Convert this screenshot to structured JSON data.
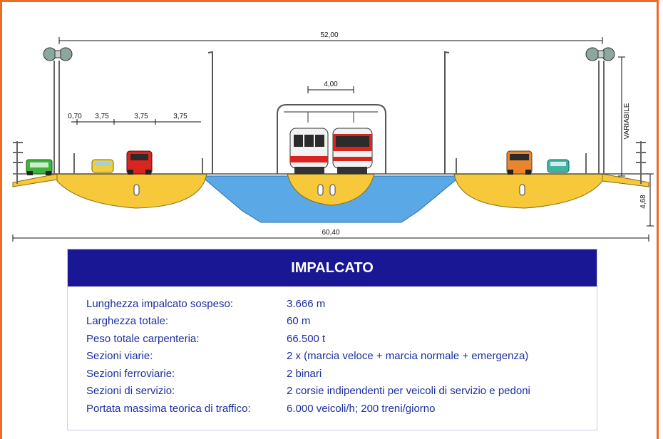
{
  "dimensions": {
    "top_width": "52,00",
    "track_spacing": "4,00",
    "lane_0": "0,70",
    "lane_1": "3,75",
    "lane_2": "3,75",
    "lane_3": "3,75",
    "variable_height": "VARIABILE",
    "deck_height": "4,68",
    "total_width": "60,40"
  },
  "table": {
    "title": "IMPALCATO",
    "rows": [
      {
        "label": "Lunghezza impalcato sospeso:",
        "value": "3.666 m"
      },
      {
        "label": "Larghezza totale:",
        "value": "60 m"
      },
      {
        "label": "Peso totale carpenteria:",
        "value": "66.500 t"
      },
      {
        "label": "Sezioni viarie:",
        "value": "2 x (marcia veloce + marcia normale + emergenza)"
      },
      {
        "label": "Sezioni ferroviarie:",
        "value": "2 binari"
      },
      {
        "label": "Sezioni di servizio:",
        "value": "2 corsie indipendenti per veicoli di servizio e pedoni"
      },
      {
        "label": "Portata massima teorica di traffico:",
        "value": "6.000 veicoli/h; 200 treni/giorno"
      }
    ]
  },
  "colors": {
    "frame": "#ef6a22",
    "header": "#1a1794",
    "deck_yellow": "#f6c83a",
    "box_blue": "#5aa9e6",
    "row_text": "#1b2fa0"
  }
}
